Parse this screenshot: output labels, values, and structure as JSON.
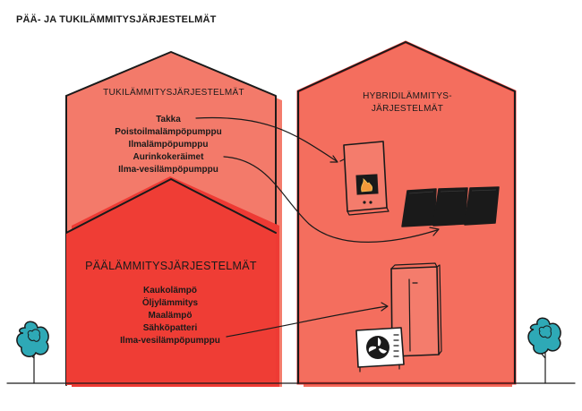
{
  "title": "PÄÄ- JA TUKILÄMMITYSJÄRJESTELMÄT",
  "support_house": {
    "heading": "TUKILÄMMITYSJÄRJESTELMÄT",
    "items": [
      "Takka",
      "Poistoilmalämpöpumppu",
      "Ilmalämpöpumppu",
      "Aurinkokeräimet",
      "Ilma-vesilämpöpumppu"
    ]
  },
  "main_house": {
    "heading": "PÄÄLÄMMITYSJÄRJESTELMÄT",
    "items": [
      "Kaukolämpö",
      "Öljylämmitys",
      "Maalämpö",
      "Sähköpatteri",
      "Ilma-vesilämpöpumppu"
    ]
  },
  "hybrid_house": {
    "heading_line1": "HYBRIDILÄMMITYS-",
    "heading_line2": "JÄRJESTELMÄT"
  },
  "colors": {
    "light_red": "#f47c6c",
    "mid_red": "#f26b5b",
    "strong_red": "#ee3a34",
    "ink": "#1a1a1a",
    "tree": "#2ea9b6"
  },
  "icons": [
    "fireplace-icon",
    "solar-panels-icon",
    "heat-pump-indoor-unit-icon",
    "heat-pump-outdoor-unit-icon",
    "tree-icon"
  ]
}
